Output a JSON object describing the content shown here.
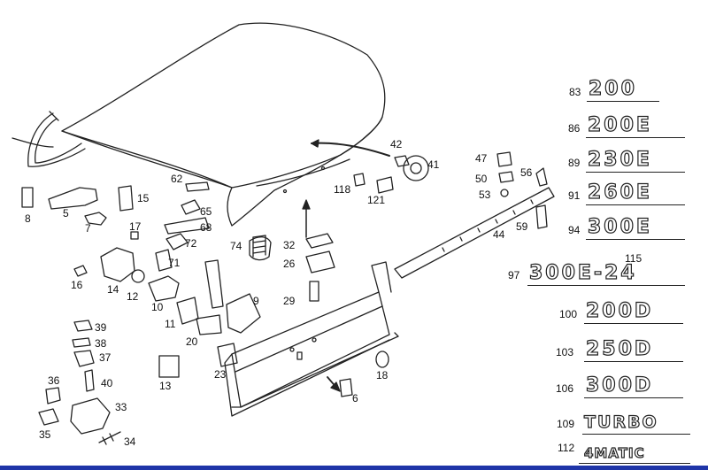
{
  "diagram": {
    "callouts": [
      {
        "id": "c8",
        "text": "8"
      },
      {
        "id": "c5",
        "text": "5"
      },
      {
        "id": "c7",
        "text": "7"
      },
      {
        "id": "c15",
        "text": "15"
      },
      {
        "id": "c17",
        "text": "17"
      },
      {
        "id": "c62",
        "text": "62"
      },
      {
        "id": "c65",
        "text": "65"
      },
      {
        "id": "c68",
        "text": "68"
      },
      {
        "id": "c72",
        "text": "72"
      },
      {
        "id": "c74",
        "text": "74"
      },
      {
        "id": "c71",
        "text": "71"
      },
      {
        "id": "c16",
        "text": "16"
      },
      {
        "id": "c14",
        "text": "14"
      },
      {
        "id": "c12",
        "text": "12"
      },
      {
        "id": "c10",
        "text": "10"
      },
      {
        "id": "c9",
        "text": "9"
      },
      {
        "id": "c11",
        "text": "11"
      },
      {
        "id": "c20",
        "text": "20"
      },
      {
        "id": "c23",
        "text": "23"
      },
      {
        "id": "c13",
        "text": "13"
      },
      {
        "id": "c39",
        "text": "39"
      },
      {
        "id": "c38",
        "text": "38"
      },
      {
        "id": "c37",
        "text": "37"
      },
      {
        "id": "c36",
        "text": "36"
      },
      {
        "id": "c40",
        "text": "40"
      },
      {
        "id": "c33",
        "text": "33"
      },
      {
        "id": "c35",
        "text": "35"
      },
      {
        "id": "c34",
        "text": "34"
      },
      {
        "id": "c32",
        "text": "32"
      },
      {
        "id": "c26",
        "text": "26"
      },
      {
        "id": "c29",
        "text": "29"
      },
      {
        "id": "c6",
        "text": "6"
      },
      {
        "id": "c18",
        "text": "18"
      },
      {
        "id": "c42",
        "text": "42"
      },
      {
        "id": "c41",
        "text": "41"
      },
      {
        "id": "c118",
        "text": "118"
      },
      {
        "id": "c121",
        "text": "121"
      },
      {
        "id": "c47",
        "text": "47"
      },
      {
        "id": "c50",
        "text": "50"
      },
      {
        "id": "c53",
        "text": "53"
      },
      {
        "id": "c56",
        "text": "56"
      },
      {
        "id": "c44",
        "text": "44"
      },
      {
        "id": "c59",
        "text": "59"
      }
    ],
    "badges": [
      {
        "num": "83",
        "text": "200"
      },
      {
        "num": "86",
        "text": "200E"
      },
      {
        "num": "89",
        "text": "230E"
      },
      {
        "num": "91",
        "text": "260E"
      },
      {
        "num": "94",
        "text": "300E"
      },
      {
        "num": "97",
        "text": "300E-24",
        "extra": "115"
      },
      {
        "num": "100",
        "text": "200D"
      },
      {
        "num": "103",
        "text": "250D"
      },
      {
        "num": "106",
        "text": "300D"
      },
      {
        "num": "109",
        "text": "TURBO"
      },
      {
        "num": "112",
        "text": "4MATIC"
      }
    ]
  }
}
